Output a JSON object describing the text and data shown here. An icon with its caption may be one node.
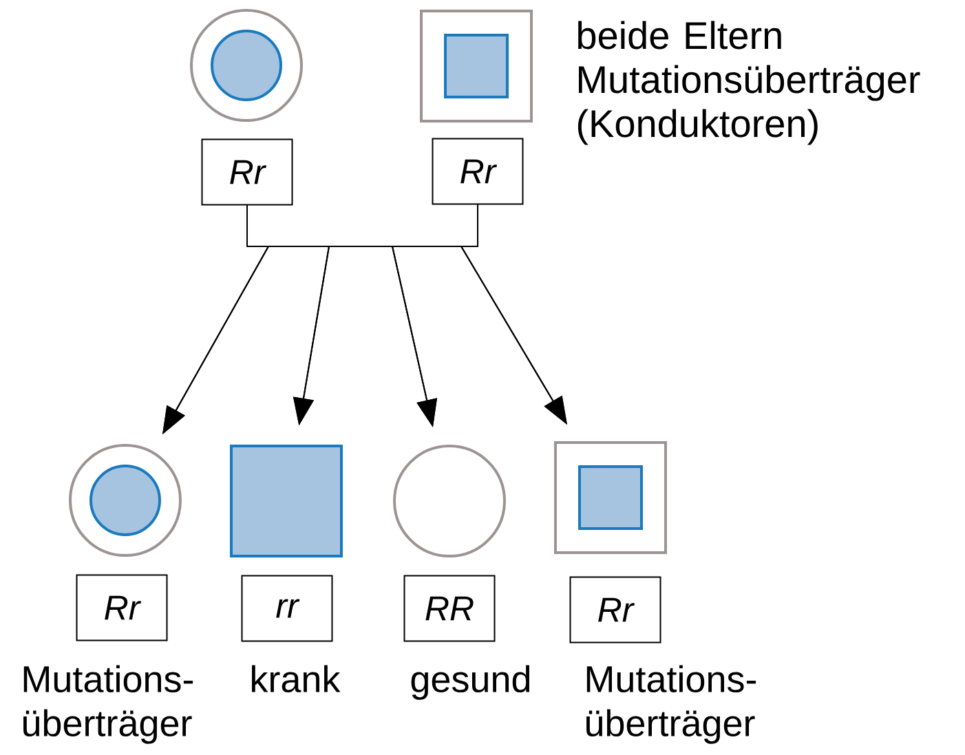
{
  "diagram": {
    "nodes": [
      {
        "text": [],
        "shape": "circle"
      },
      {
        "text": [],
        "shape": "box"
      },
      {
        "text": [
          "Rr"
        ]
      },
      {
        "text": [
          "Rr"
        ]
      },
      {
        "text": [],
        "shape": "circle"
      },
      {
        "text": [],
        "shape": "box"
      },
      {
        "text": [],
        "shape": "circle"
      },
      {
        "text": [],
        "shape": "box"
      },
      {
        "text": [
          "Rr"
        ],
        "beside": [
          "Mutations- überträger"
        ]
      },
      {
        "text": [
          "rr"
        ],
        "beside": [
          "krank"
        ]
      },
      {
        "text": [
          "RR"
        ],
        "beside": [
          "gesund"
        ]
      },
      {
        "text": [
          "Rr"
        ],
        "beside": [
          "Mutations- überträger"
        ]
      }
    ],
    "edges": [
      {
        "from": 2,
        "to": 4,
        "arrow": "to"
      },
      {
        "from": 3,
        "to": 4,
        "arrow": "to"
      },
      {
        "from": 2,
        "to": 5,
        "arrow": "to"
      },
      {
        "from": 3,
        "to": 5,
        "arrow": "to"
      },
      {
        "from": 2,
        "to": 6,
        "arrow": "to"
      },
      {
        "from": 3,
        "to": 6,
        "arrow": "to"
      },
      {
        "from": 2,
        "to": 7,
        "arrow": "to"
      },
      {
        "from": 3,
        "to": 7,
        "arrow": "to"
      }
    ],
    "labels": [
      "beide Eltern Mutationsüberträger (Konduktoren)"
    ]
  }
}
